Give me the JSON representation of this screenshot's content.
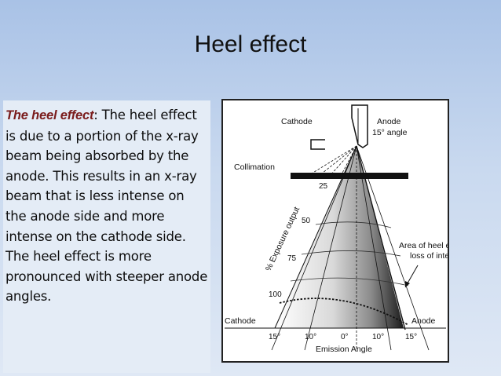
{
  "slide": {
    "title": "Heel effect"
  },
  "body_text": {
    "term": "The heel effect",
    "colon": ":",
    "text": " The heel effect is due to a portion of the x-ray beam being absorbed by the anode. This results in an x-ray beam that is less intense on the anode side and more intense on the cathode side. The heel effect is more pronounced with steeper anode angles."
  },
  "figure": {
    "cathode_label": "Cathode",
    "anode_label": "Anode",
    "anode_angle": "15° angle",
    "collimation_label": "Collimation",
    "exposure_axis_label": "% Exposure output",
    "exposure_levels": [
      "25",
      "50",
      "75",
      "100"
    ],
    "heel_label_line1": "Area of heel effect",
    "heel_label_line2": "loss of intensity",
    "bottom_cathode": "Cathode",
    "bottom_anode": "Anode",
    "angle_ticks": [
      "15°",
      "10°",
      "0°",
      "10°",
      "15°"
    ],
    "emission_angle_label": "Emission Angle"
  }
}
